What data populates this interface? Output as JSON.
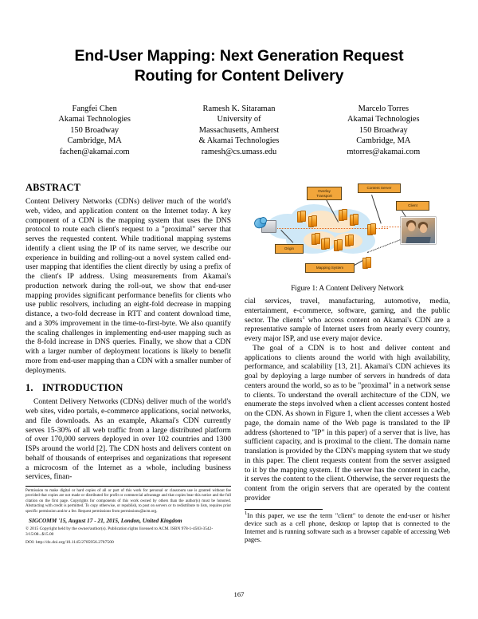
{
  "paper": {
    "title": "End-User Mapping: Next Generation Request Routing for Content Delivery",
    "page_number": "167"
  },
  "authors": [
    {
      "name": "Fangfei Chen",
      "affiliation_lines": [
        "Akamai Technologies",
        "150 Broadway",
        "Cambridge, MA"
      ],
      "email": "fachen@akamai.com"
    },
    {
      "name": "Ramesh K. Sitaraman",
      "affiliation_lines": [
        "University of",
        "Massachusetts, Amherst",
        "& Akamai Technologies"
      ],
      "email": "ramesh@cs.umass.edu"
    },
    {
      "name": "Marcelo Torres",
      "affiliation_lines": [
        "Akamai Technologies",
        "150 Broadway",
        "Cambridge, MA"
      ],
      "email": "mtorres@akamai.com"
    }
  ],
  "abstract": {
    "heading": "ABSTRACT",
    "text": "Content Delivery Networks (CDNs) deliver much of the world's web, video, and application content on the Internet today. A key component of a CDN is the mapping system that uses the DNS protocol to route each client's request to a \"proximal\" server that serves the requested content. While traditional mapping systems identify a client using the IP of its name server, we describe our experience in building and rolling-out a novel system called end-user mapping that identifies the client directly by using a prefix of the client's IP address. Using measurements from Akamai's production network during the roll-out, we show that end-user mapping provides significant performance benefits for clients who use public resolvers, including an eight-fold decrease in mapping distance, a two-fold decrease in RTT and content download time, and a 30% improvement in the time-to-first-byte. We also quantify the scaling challenges in implementing end-user mapping such as the 8-fold increase in DNS queries. Finally, we show that a CDN with a larger number of deployment locations is likely to benefit more from end-user mapping than a CDN with a smaller number of deployments."
  },
  "introduction": {
    "number": "1.",
    "heading": "INTRODUCTION",
    "paragraph1": "Content Delivery Networks (CDNs) deliver much of the world's web sites, video portals, e-commerce applications, social networks, and file downloads. As an example, Akamai's CDN currently serves 15-30% of all web traffic from a large distributed platform of over 170,000 servers deployed in over 102 countries and 1300 ISPs around the world [2]. The CDN hosts and delivers content on behalf of thousands of enterprises and organizations that represent a microcosm of the Internet as a whole, including business services, finan-",
    "paragraph1_cont": "cial services, travel, manufacturing, automotive, media, entertainment, e-commerce, software, gaming, and the public sector. The clients",
    "paragraph1_cont_after_sup": " who access content on Akamai's CDN are a representative sample of Internet users from nearly every country, every major ISP, and use every major device.",
    "paragraph2": "The goal of a CDN is to host and deliver content and applications to clients around the world with high availability, performance, and scalability [13, 21]. Akamai's CDN achieves its goal by deploying a large number of servers in hundreds of data centers around the world, so as to be \"proximal\" in a network sense to clients. To understand the overall architecture of the CDN, we enumerate the steps involved when a client accesses content hosted on the CDN. As shown in Figure 1, when the client accesses a Web page, the domain name of the Web page is translated to the IP address (shortened to \"IP\" in this paper) of a server that is live, has sufficient capacity, and is proximal to the client. The domain name translation is provided by the CDN's mapping system that we study in this paper. The client requests content from the server assigned to it by the mapping system. If the server has the content in cache, it serves the content to the client. Otherwise, the server requests the content from the origin servers that are operated by the content provider"
  },
  "footnote": {
    "marker": "1",
    "text": "In this paper, we use the term \"client\" to denote the end-user or his/her device such as a cell phone, desktop or laptop that is connected to the Internet and is running software such as a browser capable of accessing Web pages."
  },
  "copyright": {
    "permission": "Permission to make digital or hard copies of all or part of this work for personal or classroom use is granted without fee provided that copies are not made or distributed for profit or commercial advantage and that copies bear this notice and the full citation on the first page. Copyrights for components of this work owned by others than the author(s) must be honored. Abstracting with credit is permitted. To copy otherwise, or republish, to post on servers or to redistribute to lists, requires prior specific permission and/or a fee. Request permissions from permissions@acm.org.",
    "conference": "SIGCOMM '15, August 17 - 21, 2015, London, United Kingdom",
    "rights": "© 2015 Copyright held by the owner/author(s). Publication rights licensed to ACM. ISBN 978-1-4503-3542-3/15/08...$15.00",
    "doi": "DOI: http://dx.doi.org/10.1145/2785956.2787500"
  },
  "figure": {
    "caption": "Figure 1: A Content Delivery Network",
    "callouts": {
      "overlay_transport": "Overlay\nTransport",
      "overlay_transport_line1": "Overlay",
      "overlay_transport_line2": "Transport",
      "content_server": "Content Server",
      "client": "Client",
      "origin": "Origin",
      "mapping_system": "Mapping System"
    },
    "colors": {
      "callout_fill": "#f2a63b",
      "callout_border": "#5c4318",
      "cloud": "#cfe8f7",
      "cloud_inner": "#fbe6c8",
      "server": "#f29c20",
      "path_dashed": "#e0651a"
    }
  }
}
